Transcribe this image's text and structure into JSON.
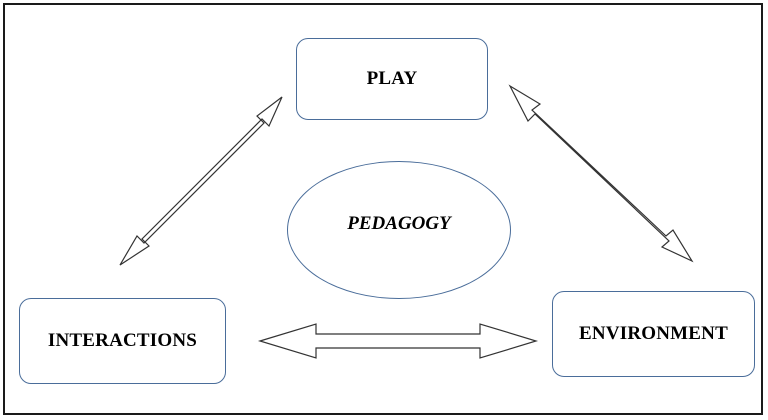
{
  "nodes": {
    "play": "PLAY",
    "center": "PEDAGOGY",
    "interactions": "INTERACTIONS",
    "environment": "ENVIRONMENT"
  },
  "colors": {
    "node_border": "#4a6d9a",
    "arrow_stroke": "#333333",
    "frame_border": "#1a1a1a"
  },
  "connections": [
    {
      "from": "play",
      "to": "interactions",
      "style": "double-headed-hollow-arrow"
    },
    {
      "from": "play",
      "to": "environment",
      "style": "double-headed-hollow-arrow"
    },
    {
      "from": "interactions",
      "to": "environment",
      "style": "double-headed-hollow-arrow"
    }
  ]
}
